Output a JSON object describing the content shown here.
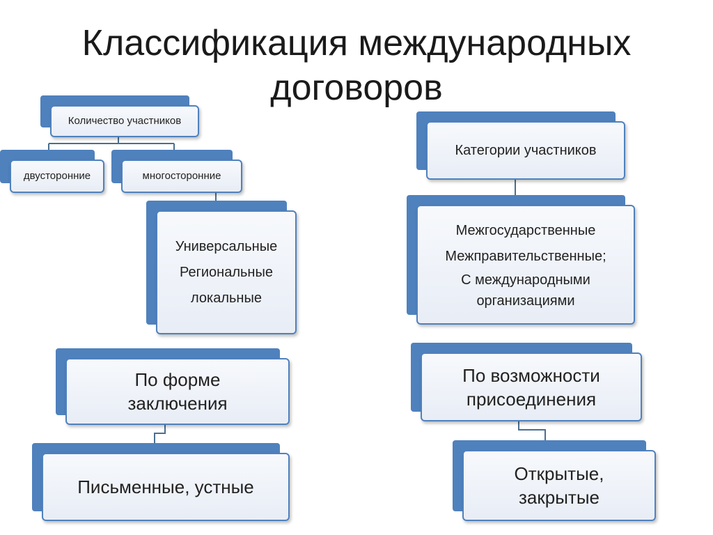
{
  "title": {
    "line1": "Классификация международных",
    "line2": "договоров"
  },
  "left": {
    "participants_count": "Количество участников",
    "bilateral": "двусторонние",
    "multilateral": "многосторонние",
    "multilateral_types": [
      "Универсальные",
      "Региональные",
      "локальные"
    ],
    "by_form": [
      "По форме",
      "заключения"
    ],
    "form_types": "Письменные, устные"
  },
  "right": {
    "participant_categories": "Категории участников",
    "category_types": [
      "Межгосударственные",
      "Межправительственные;",
      "С международными",
      "организациями"
    ],
    "by_accession": [
      "По возможности",
      "присоединения"
    ],
    "accession_types": [
      "Открытые,",
      "закрытые"
    ]
  },
  "colors": {
    "accent": "#4f81bd",
    "connector": "#4a6f8f",
    "box_fill": "#eef2f8"
  }
}
